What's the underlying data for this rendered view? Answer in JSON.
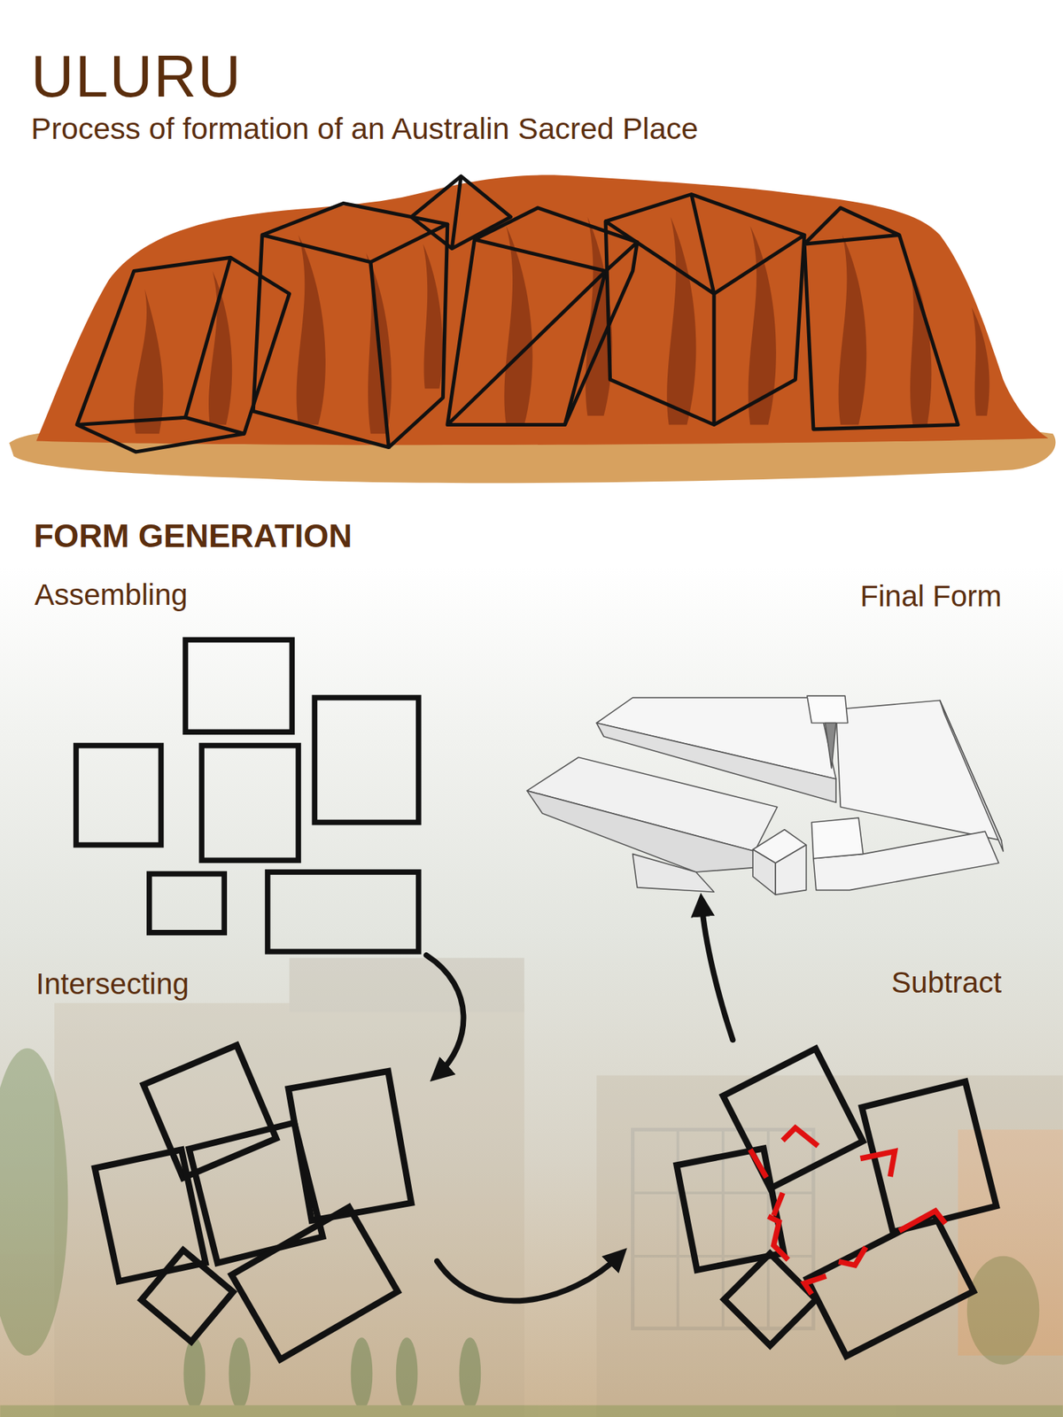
{
  "diagram": {
    "title": "ULURU",
    "nodes": [
      {
        "text": [
          "Assembling"
        ]
      },
      {
        "text": [
          "Intersecting"
        ]
      },
      {
        "text": [
          "Subtract"
        ]
      },
      {
        "text": [
          "Final Form"
        ]
      }
    ],
    "edges": [
      {
        "from": 0,
        "to": 1,
        "arrow": "to"
      },
      {
        "from": 1,
        "to": 2,
        "arrow": "to"
      },
      {
        "from": 2,
        "to": 3,
        "arrow": "to"
      }
    ],
    "labels": [
      "Process of formation of an Australin Sacred Place",
      "FORM GENERATION"
    ]
  }
}
